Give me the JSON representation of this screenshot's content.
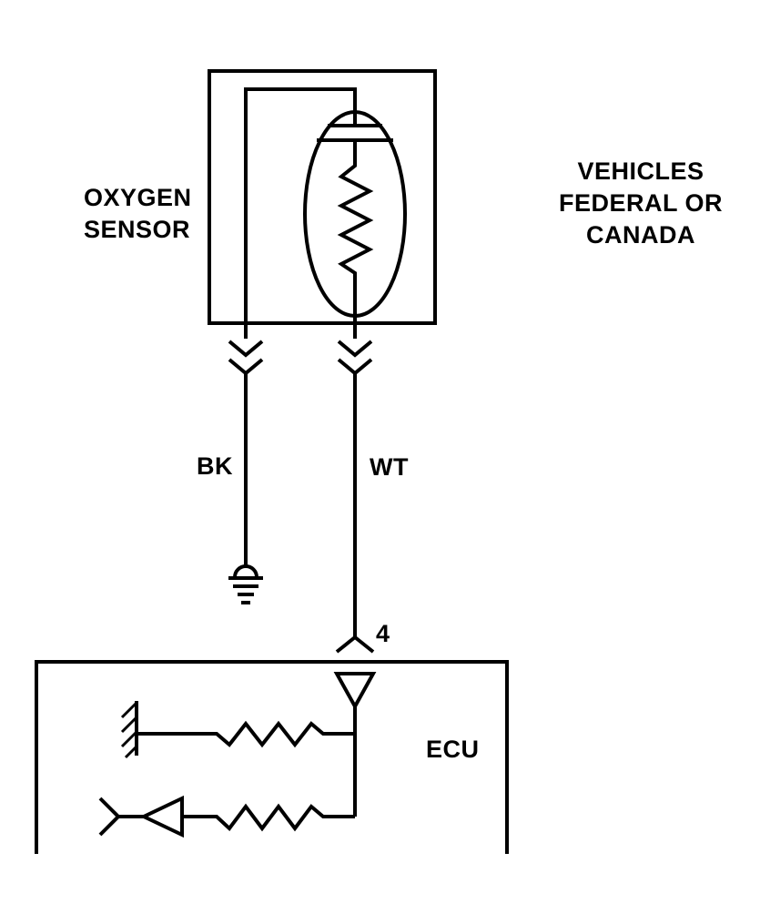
{
  "labels": {
    "sensor_line1": "OXYGEN",
    "sensor_line2": "SENSOR",
    "vehicles_line1": "VEHICLES",
    "vehicles_line2": "FEDERAL OR",
    "vehicles_line3": "CANADA",
    "wire_black": "BK",
    "wire_white": "WT",
    "pin_number": "4",
    "ecu": "ECU"
  },
  "colors": {
    "ink": "#000000",
    "background": "#ffffff"
  }
}
